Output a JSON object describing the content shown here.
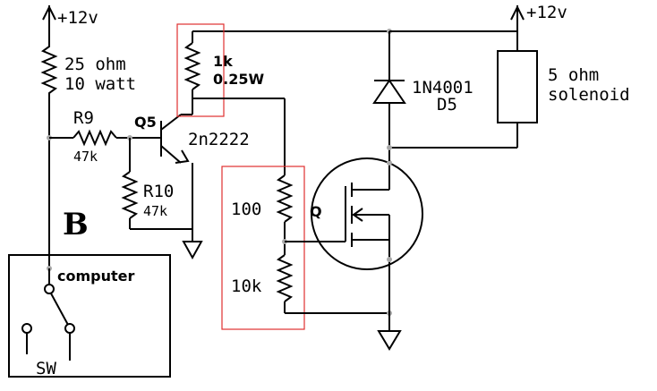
{
  "labels": {
    "supply_left": "+12v",
    "supply_right": "+12v",
    "r_power_value": "25 ohm",
    "r_power_rating": "10 watt",
    "r9_name": "R9",
    "r9_value": "47k",
    "q5_name": "Q5",
    "q5_part": "2n2222",
    "r10_name": "R10",
    "r10_value": "47k",
    "r1k_value": "1k",
    "r1k_rating": "0.25W",
    "diode_part": "1N4001",
    "diode_name": "D5",
    "solenoid_value": "5 ohm",
    "solenoid_name": "solenoid",
    "r100_value": "100",
    "r10k_value": "10k",
    "mosfet_name": "Q",
    "section_letter": "B",
    "computer_label": "computer",
    "switch_label": "SW"
  },
  "colors": {
    "wire": "#000000",
    "highlight": "#e03030",
    "node": "#a8a8a8",
    "background": "#ffffff"
  }
}
